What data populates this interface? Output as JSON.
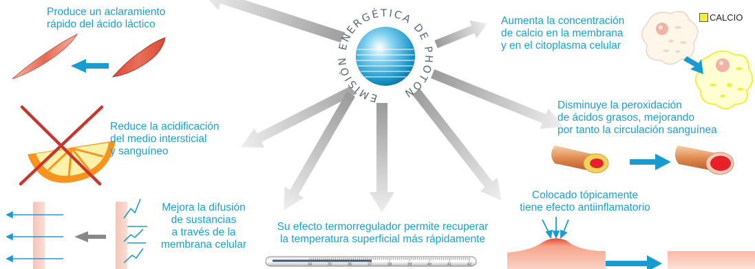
{
  "center": {
    "ring_text": "EMISIÓN ENERGÉTICA DE PHOTON"
  },
  "effects": {
    "lactic": [
      "Produce un aclaramiento",
      "rápido del ácido láctico"
    ],
    "calcium": [
      "Aumenta la concentración",
      "de calcio en la membrana",
      "y en el citoplasma celular"
    ],
    "acid": [
      "Reduce la acidificación",
      "del medio intersticial",
      "y sanguíneo"
    ],
    "perox": [
      "Disminuye la peroxidación",
      "de ácidos grasos, mejorando",
      "por tanto la circulación sanguínea"
    ],
    "diffusion": [
      "Mejora la difusión",
      "de sustancias",
      "a través de la",
      "membrana celular"
    ],
    "thermo": [
      "Su efecto termorregulador permite recuperar",
      "la temperatura superficial más rápidamente"
    ],
    "inflam": [
      "Colocado tópicamente",
      "tiene efecto antiinflamatorio"
    ]
  },
  "legend": {
    "calcio": "CALCIO",
    "calcio_color": "#f3ee3c"
  },
  "thermometer_ticks": [
    "34",
    "35",
    "36",
    "37",
    "38",
    "39",
    "40",
    "41",
    "42"
  ],
  "colors": {
    "text": "#1aa0cf",
    "arrow_blue": "#1aa0cf",
    "arrow_gray": "#c6c6c6"
  }
}
